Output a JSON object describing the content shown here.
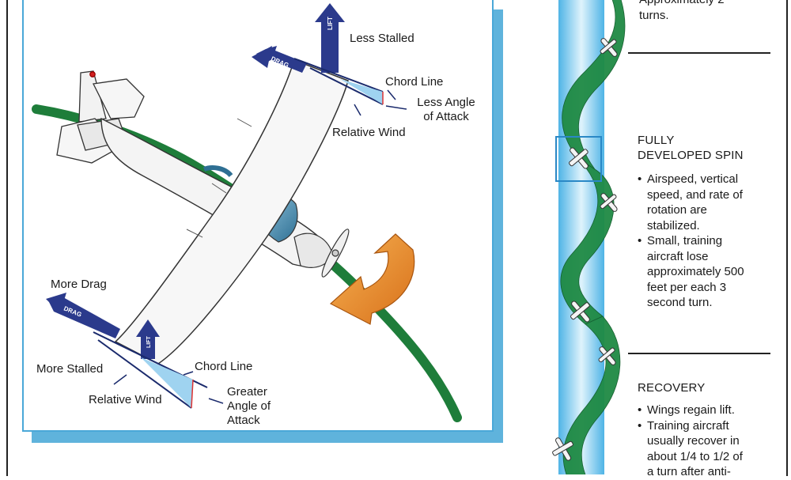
{
  "diagram": {
    "labels": {
      "less_stalled": "Less Stalled",
      "chord_line_top": "Chord Line",
      "less_aoa": "Less Angle of Attack",
      "relative_wind_top": "Relative Wind",
      "more_drag": "More Drag",
      "more_stalled": "More Stalled",
      "chord_line_bottom": "Chord Line",
      "relative_wind_bottom": "Relative Wind",
      "greater_aoa": "Greater Angle of Attack"
    },
    "arrow_text": {
      "lift": "LIFT",
      "drag": "DRAG"
    },
    "colors": {
      "frame_border": "#4aa8d8",
      "force_arrow": "#2b3a8c",
      "flight_path": "#1e7d3a",
      "rotation_arrow": "#e8881e",
      "aoa_wedge": "#9fd3f0",
      "spin_column": "#8fd0f0"
    }
  },
  "sidebar": {
    "phase_prev": {
      "lines": [
        "Approximately 2",
        "turns."
      ]
    },
    "phase_developed": {
      "title_lines": [
        "FULLY",
        "DEVELOPED SPIN"
      ],
      "bullets": [
        [
          "Airspeed, vertical",
          "speed, and rate of",
          "rotation are",
          "stabilized."
        ],
        [
          "Small, training",
          "aircraft lose",
          "approximately 500",
          "feet per each 3",
          "second turn."
        ]
      ]
    },
    "phase_recovery": {
      "title": "RECOVERY",
      "bullets": [
        [
          "Wings regain lift."
        ],
        [
          "Training aircraft",
          "usually recover in",
          "about 1/4 to 1/2 of",
          "a turn after anti-"
        ]
      ]
    }
  }
}
